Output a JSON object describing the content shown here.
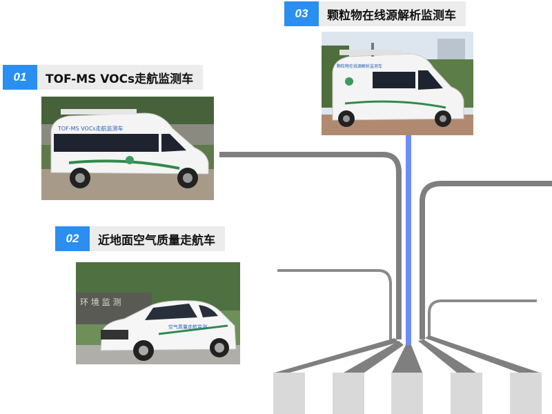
{
  "items": [
    {
      "num": "01",
      "title": "TOF-MS VOCs走航监测车",
      "van_text": "TOF-MS VOCs走航监测车",
      "photo": "van-photo"
    },
    {
      "num": "02",
      "title": "近地面空气质量走航车",
      "van_text": "空气质量走航监测",
      "photo": "suv-photo"
    },
    {
      "num": "03",
      "title": "颗粒物在线源解析监测车",
      "van_text": "颗粒物在线源解析监测车",
      "photo": "van-photo"
    }
  ],
  "colors": {
    "accent": "#2a8ff0",
    "line_gray": "#7f7f7f",
    "line_blue": "#6d8ef5",
    "box_gray": "#d9d9d9"
  },
  "bottom_boxes": 5
}
